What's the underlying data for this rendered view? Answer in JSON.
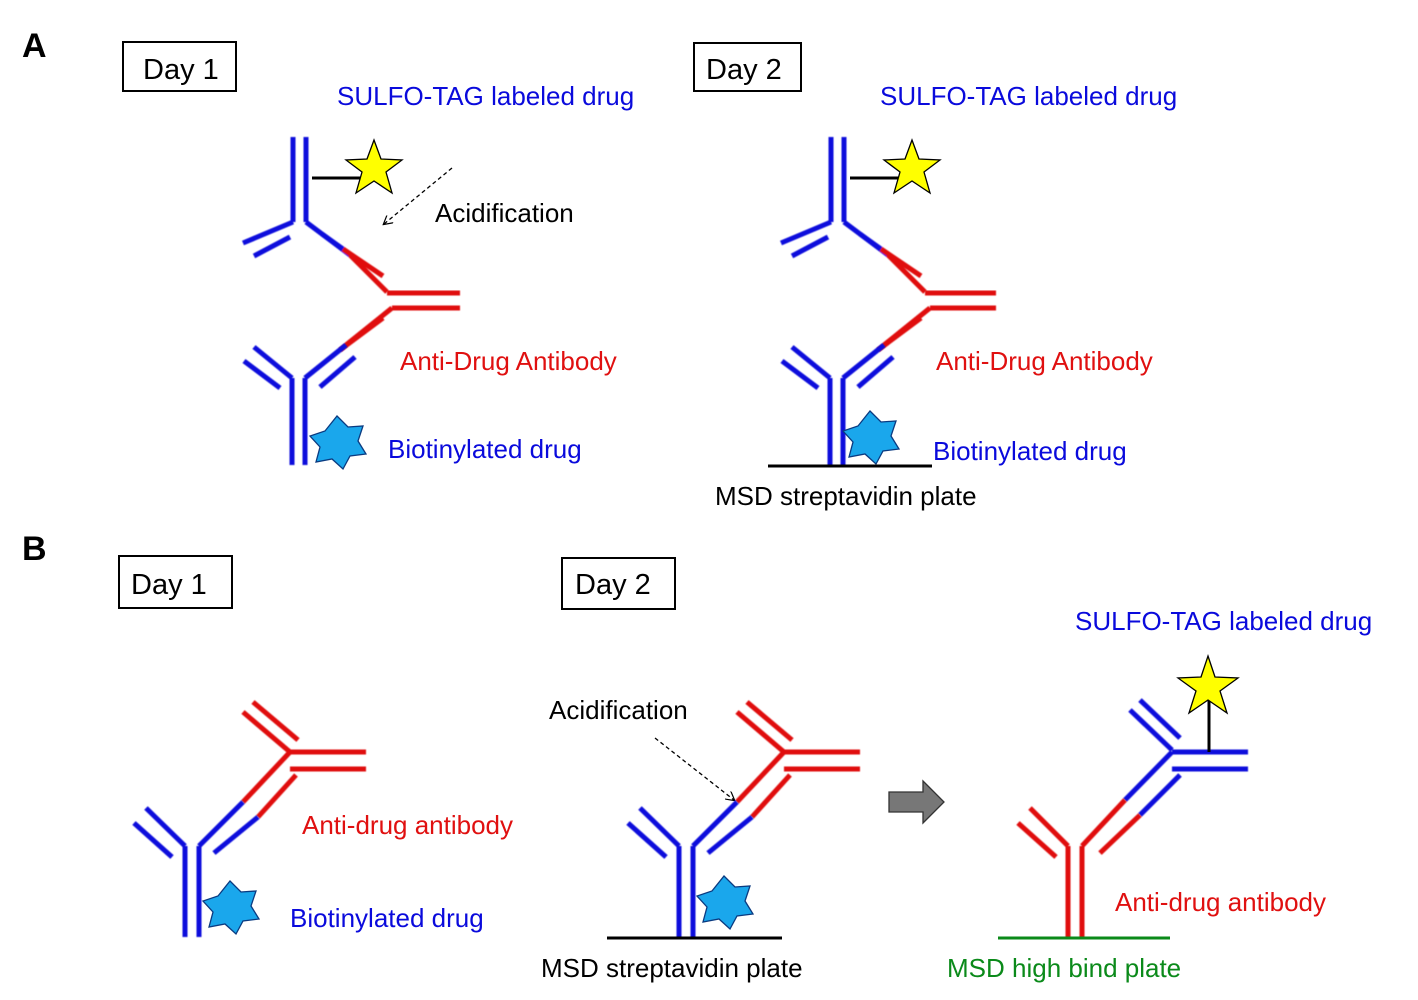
{
  "panels": {
    "a": {
      "letter": "A",
      "day1": {
        "day_label": "Day 1",
        "sulfo_label": "SULFO-TAG labeled drug",
        "acid_label": "Acidification",
        "ada_label": "Anti-Drug Antibody",
        "biotin_label": "Biotinylated drug"
      },
      "day2": {
        "day_label": "Day 2",
        "sulfo_label": "SULFO-TAG labeled drug",
        "ada_label": "Anti-Drug Antibody",
        "biotin_label": "Biotinylated drug",
        "plate_label": "MSD streptavidin plate"
      }
    },
    "b": {
      "letter": "B",
      "day1": {
        "day_label": "Day 1",
        "ada_label": "Anti-drug antibody",
        "biotin_label": "Biotinylated drug"
      },
      "day2": {
        "day_label": "Day 2",
        "acid_label": "Acidification",
        "plate_label": "MSD streptavidin plate"
      },
      "day2_result": {
        "sulfo_label": "SULFO-TAG labeled drug",
        "ada_label": "Anti-drug antibody",
        "plate_label": "MSD high bind plate"
      }
    }
  },
  "colors": {
    "drug": "#0a0adc",
    "anti_drug_antibody": "#e01010",
    "sulfo_tag_star": "#ffff00",
    "biotin_star": "#1aa7ec",
    "high_bind_plate": "#0b8a1a",
    "arrow": "#777777"
  },
  "icons": {
    "sulfo_tag": "yellow-star-icon",
    "biotin": "blue-star-icon",
    "transfer": "gray-right-arrow-icon"
  }
}
